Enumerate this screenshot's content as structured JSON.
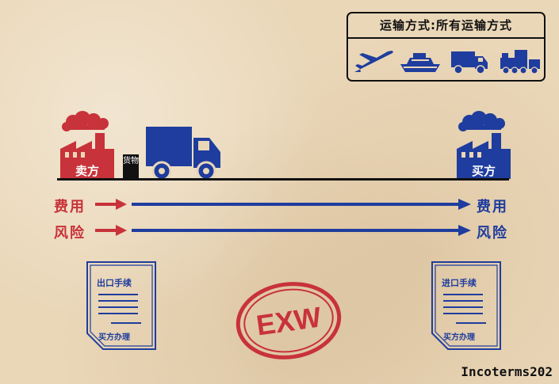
{
  "transport": {
    "title": "运输方式:所有运输方式",
    "modes": [
      "airplane-icon",
      "ship-icon",
      "truck-icon",
      "train-icon"
    ]
  },
  "seller": {
    "label": "卖方"
  },
  "buyer": {
    "label": "买方"
  },
  "cargo": {
    "label": "货物"
  },
  "rows": {
    "cost": {
      "left_label": "费用",
      "right_label": "费用"
    },
    "risk": {
      "left_label": "风险",
      "right_label": "风险"
    }
  },
  "export_doc": {
    "title": "出口手续",
    "footer": "买方办理"
  },
  "import_doc": {
    "title": "进口手续",
    "footer": "买方办理"
  },
  "stamp": {
    "text": "EXW"
  },
  "footer": {
    "text": "Incoterms202"
  },
  "colors": {
    "seller_red": "#c8323a",
    "buyer_blue": "#1f3d9e"
  }
}
